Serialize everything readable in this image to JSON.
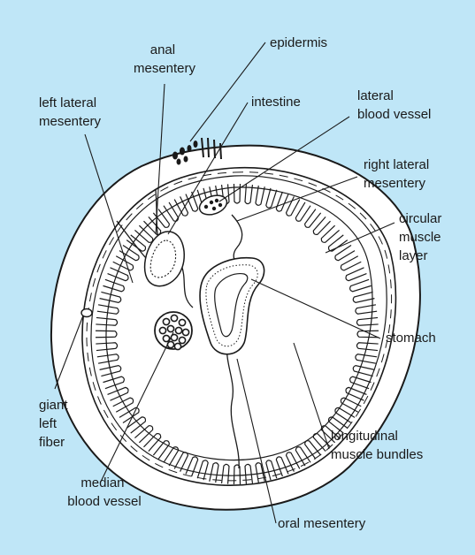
{
  "diagram": {
    "background_color": "#bfe6f7",
    "ink_color": "#1a1a1a",
    "body_fill_color": "#ffffff",
    "labels": {
      "anal_mesentery": [
        "anal",
        "mesentery"
      ],
      "epidermis": [
        "epidermis"
      ],
      "left_lateral_mesentery": [
        "left lateral",
        "mesentery"
      ],
      "intestine": [
        "intestine"
      ],
      "lateral_blood_vessel": [
        "lateral",
        "blood vessel"
      ],
      "right_lateral_mesentery": [
        "right lateral",
        "mesentery"
      ],
      "circular_muscle_layer": [
        "circular",
        "muscle",
        "layer"
      ],
      "stomach": [
        "stomach"
      ],
      "giant_left_fiber": [
        "giant",
        "left",
        "fiber"
      ],
      "longitudinal_muscle_bundles": [
        "longitudinal",
        "muscle bundles"
      ],
      "median_blood_vessel": [
        "median",
        "blood vessel"
      ],
      "oral_mesentery": [
        "oral mesentery"
      ]
    }
  }
}
